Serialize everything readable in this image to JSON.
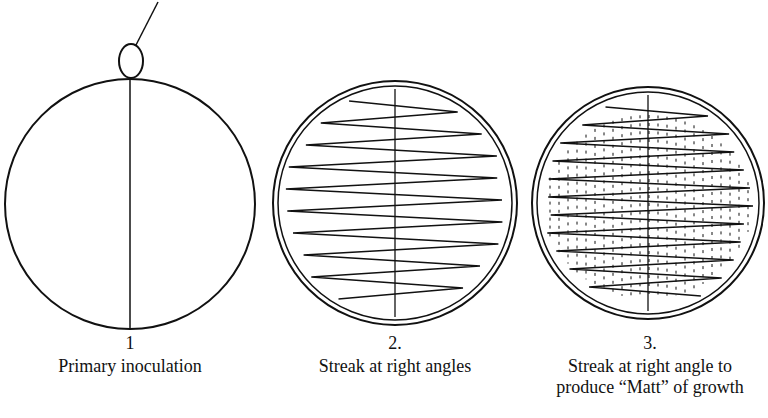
{
  "diagram": {
    "labels": [
      "1",
      "Primary inoculation",
      "2.",
      "Streak at right angles",
      "3.",
      "Streak at right angle to produce “Matt” of growth"
    ]
  }
}
